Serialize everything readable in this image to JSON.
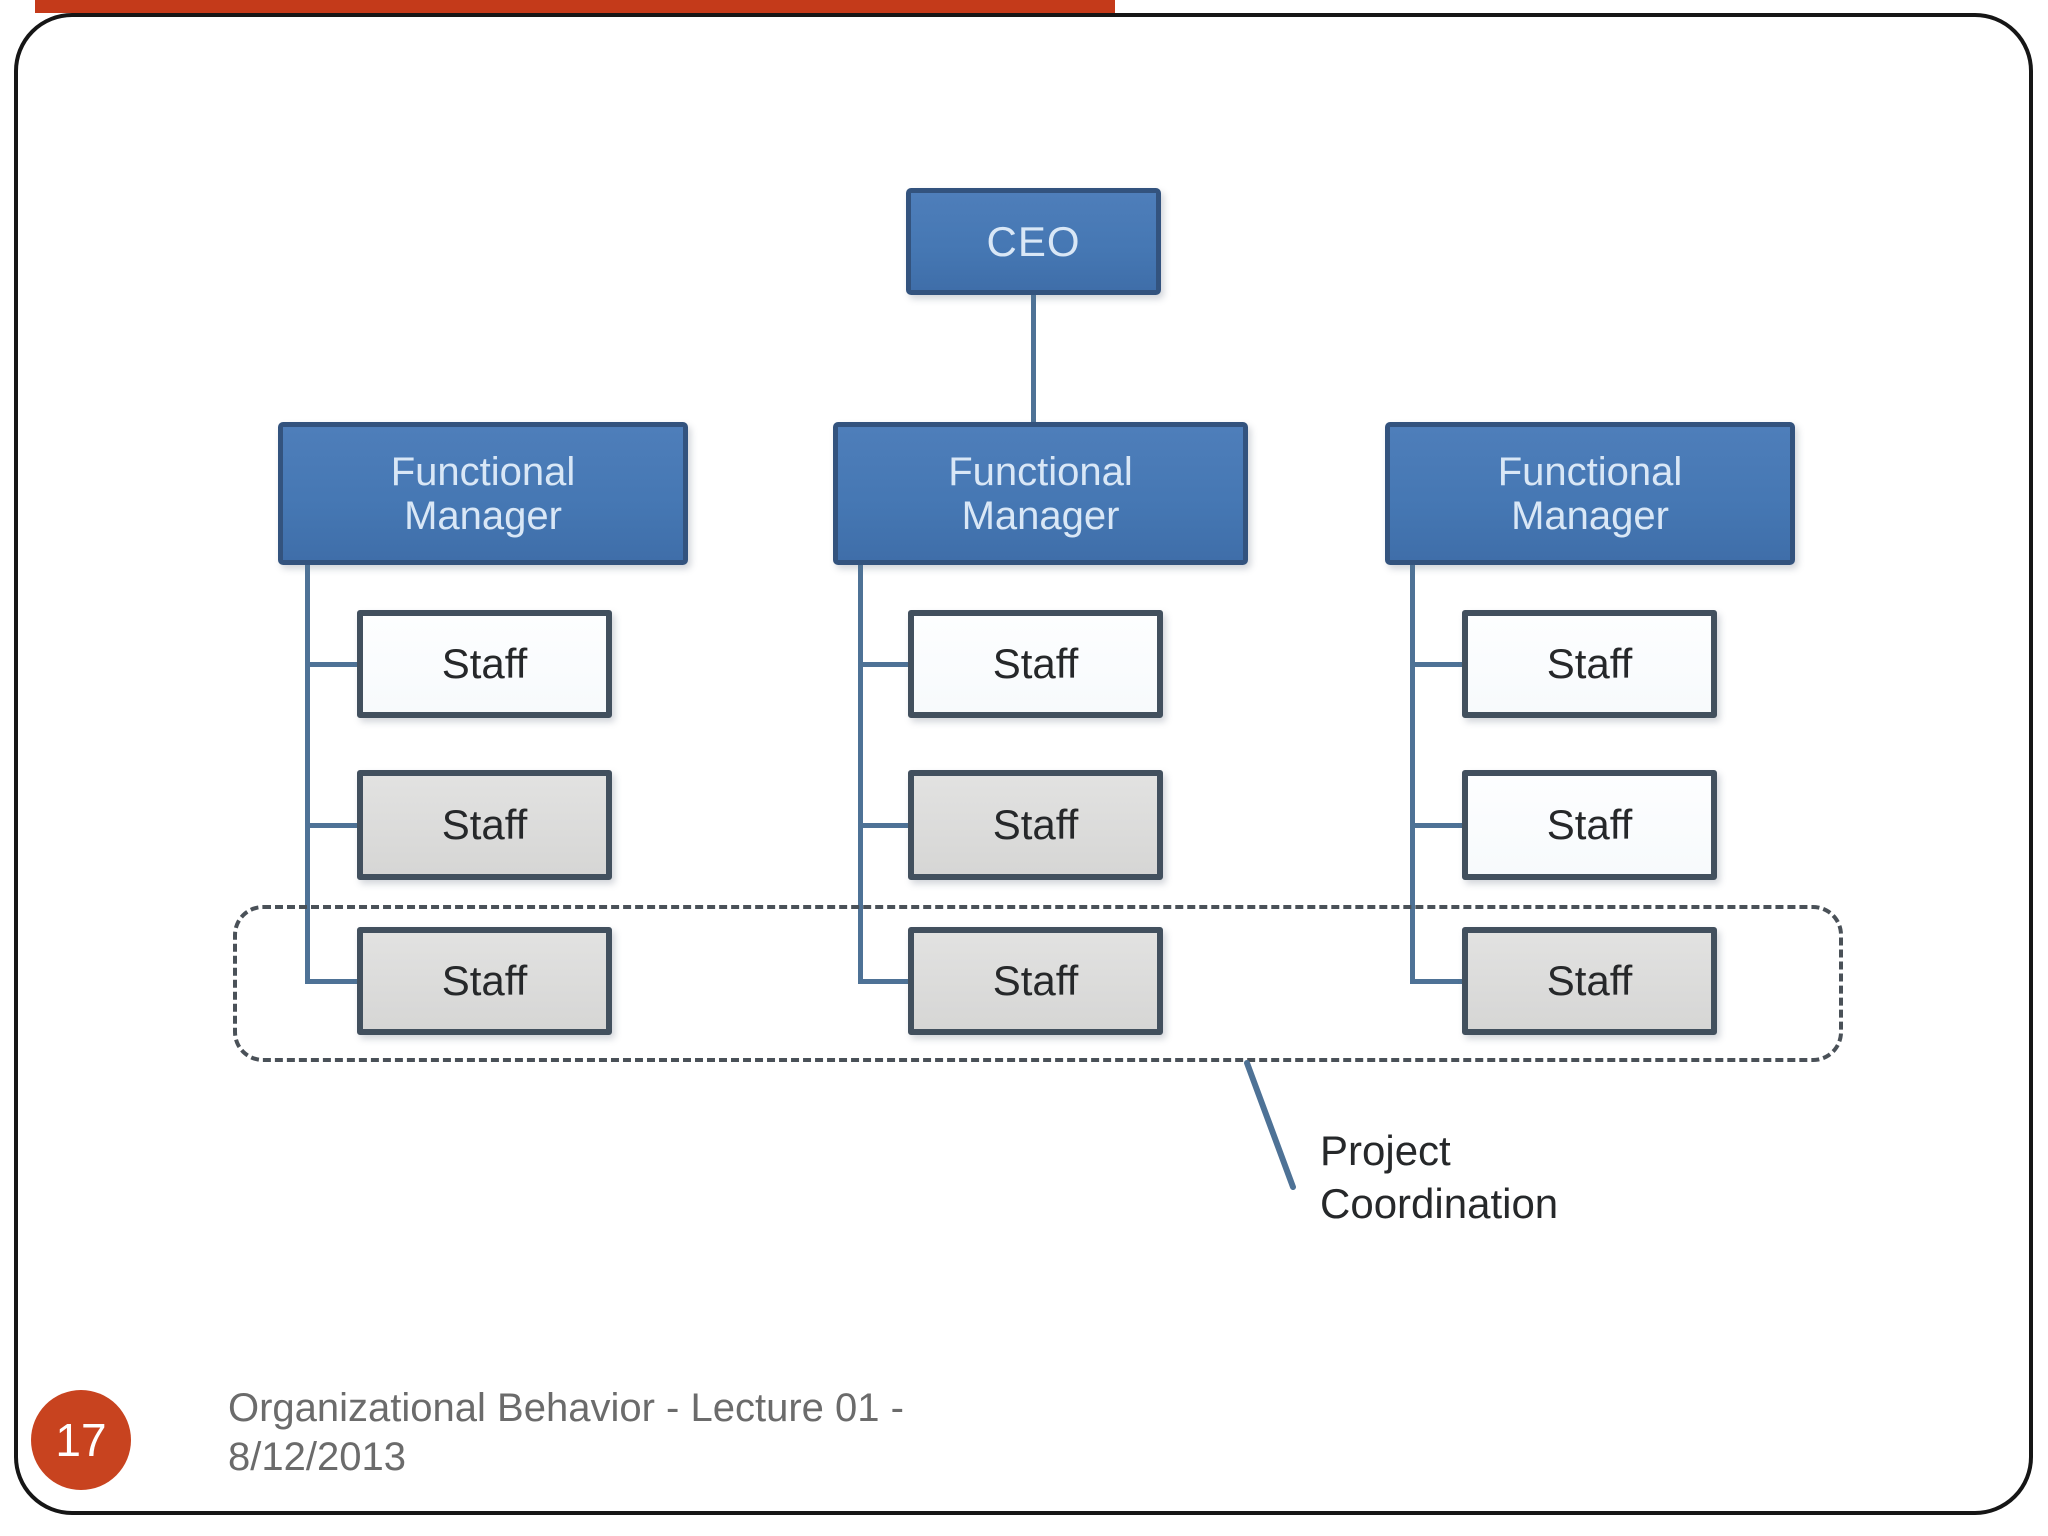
{
  "slide": {
    "page_number": "17",
    "footer_line1": "Organizational Behavior - Lecture 01 -",
    "footer_line2": "8/12/2013"
  },
  "org": {
    "ceo_label": "CEO",
    "columns": [
      {
        "manager_label": "Functional Manager",
        "staff": [
          {
            "label": "Staff",
            "variant": "white"
          },
          {
            "label": "Staff",
            "variant": "gray"
          },
          {
            "label": "Staff",
            "variant": "gray"
          }
        ]
      },
      {
        "manager_label": "Functional Manager",
        "staff": [
          {
            "label": "Staff",
            "variant": "white"
          },
          {
            "label": "Staff",
            "variant": "gray"
          },
          {
            "label": "Staff",
            "variant": "gray"
          }
        ]
      },
      {
        "manager_label": "Functional Manager",
        "staff": [
          {
            "label": "Staff",
            "variant": "white"
          },
          {
            "label": "Staff",
            "variant": "white"
          },
          {
            "label": "Staff",
            "variant": "gray"
          }
        ]
      }
    ],
    "annotation": {
      "line1": "Project",
      "line2": "Coordination"
    }
  },
  "colors": {
    "manager_fill": "#4577b3",
    "manager_border": "#33537e",
    "staff_border": "#42505e",
    "staff_gray_fill": "#d9d9d9",
    "staff_white_fill": "#fdfeff",
    "connector": "#4e7296",
    "dashed_border": "#4a5158",
    "accent_red": "#c8431f",
    "footer_text": "#6b6b6b",
    "frame_border": "#161616"
  }
}
